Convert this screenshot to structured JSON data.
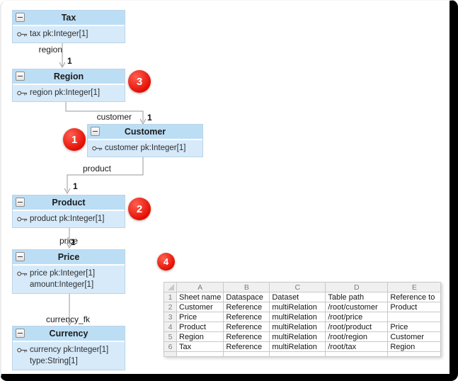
{
  "entities": [
    {
      "title": "Tax",
      "attributes": [
        {
          "key": true,
          "text": "tax pk:Integer[1]"
        }
      ]
    },
    {
      "title": "Region",
      "attributes": [
        {
          "key": true,
          "text": "region pk:Integer[1]"
        }
      ]
    },
    {
      "title": "Customer",
      "attributes": [
        {
          "key": true,
          "text": "customer pk:Integer[1]"
        }
      ]
    },
    {
      "title": "Product",
      "attributes": [
        {
          "key": true,
          "text": "product pk:Integer[1]"
        }
      ]
    },
    {
      "title": "Price",
      "attributes": [
        {
          "key": true,
          "text": "price pk:Integer[1]"
        },
        {
          "key": false,
          "text": "amount:Integer[1]"
        }
      ]
    },
    {
      "title": "Currency",
      "attributes": [
        {
          "key": true,
          "text": "currency pk:Integer[1]"
        },
        {
          "key": false,
          "text": "type:String[1]"
        }
      ]
    }
  ],
  "connectors": [
    {
      "from": "Tax",
      "to": "Region",
      "label": "region",
      "multiplicity": "1"
    },
    {
      "from": "Region",
      "to": "Customer",
      "label": "customer",
      "multiplicity": "1"
    },
    {
      "from": "Customer",
      "to": "Product",
      "label": "product",
      "multiplicity": "1"
    },
    {
      "from": "Product",
      "to": "Price",
      "label": "price",
      "multiplicity": "1"
    },
    {
      "from": "Price",
      "to": "Currency",
      "label": "currency_fk",
      "multiplicity": ""
    }
  ],
  "badges": [
    {
      "number": "1"
    },
    {
      "number": "2"
    },
    {
      "number": "3"
    },
    {
      "number": "4"
    }
  ],
  "spreadsheet": {
    "column_headers": [
      "A",
      "B",
      "C",
      "D",
      "E"
    ],
    "row_numbers": [
      "1",
      "2",
      "3",
      "4",
      "5",
      "6"
    ],
    "rows": [
      [
        "Sheet name",
        "Dataspace",
        "Dataset",
        "Table path",
        "Reference to"
      ],
      [
        "Customer",
        "Reference",
        "multiRelation",
        "/root/customer",
        "Product"
      ],
      [
        "Price",
        "Reference",
        "multiRelation",
        "/root/price",
        ""
      ],
      [
        "Product",
        "Reference",
        "multiRelation",
        "/root/product",
        "Price"
      ],
      [
        "Region",
        "Reference",
        "multiRelation",
        "/root/region",
        "Customer"
      ],
      [
        "Tax",
        "Reference",
        "multiRelation",
        "/root/tax",
        "Region"
      ]
    ]
  },
  "colors": {
    "entity_header_bg": "#bcdef5",
    "entity_body_bg": "#d6eafa",
    "badge_red": "#e30d00",
    "connector_gray": "#999999",
    "grid_line": "#c9c9c9",
    "sheet_header_bg": "#f0f0f0"
  }
}
